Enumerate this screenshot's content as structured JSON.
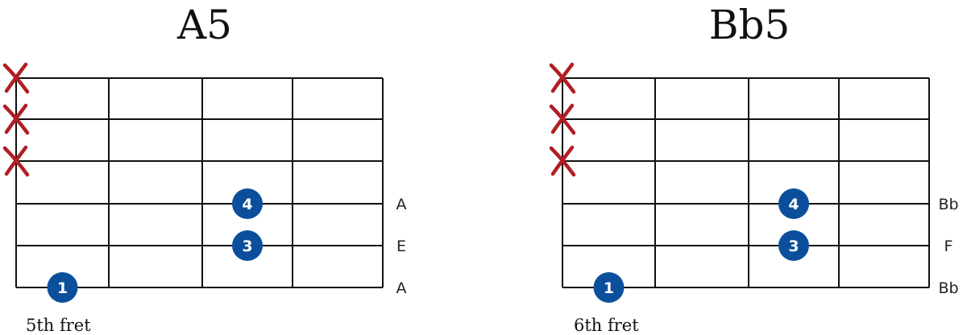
{
  "colors": {
    "grid": "#111111",
    "dot": "#0b4f9c",
    "dot_text": "#ffffff",
    "mute": "#b01e24",
    "note_text": "#222222"
  },
  "diagrams": [
    {
      "title": "A5",
      "fret_label": "5th fret",
      "muted_strings": [
        1,
        2,
        3
      ],
      "fingers": [
        {
          "string": 4,
          "fret": 3,
          "finger": "4"
        },
        {
          "string": 5,
          "fret": 3,
          "finger": "3"
        },
        {
          "string": 6,
          "fret": 1,
          "finger": "1"
        }
      ],
      "notes": [
        {
          "string": 4,
          "label": "A"
        },
        {
          "string": 5,
          "label": "E"
        },
        {
          "string": 6,
          "label": "A"
        }
      ]
    },
    {
      "title": "Bb5",
      "fret_label": "6th fret",
      "muted_strings": [
        1,
        2,
        3
      ],
      "fingers": [
        {
          "string": 4,
          "fret": 3,
          "finger": "4"
        },
        {
          "string": 5,
          "fret": 3,
          "finger": "3"
        },
        {
          "string": 6,
          "fret": 1,
          "finger": "1"
        }
      ],
      "notes": [
        {
          "string": 4,
          "label": "Bb"
        },
        {
          "string": 5,
          "label": "F"
        },
        {
          "string": 6,
          "label": "Bb"
        }
      ]
    }
  ]
}
